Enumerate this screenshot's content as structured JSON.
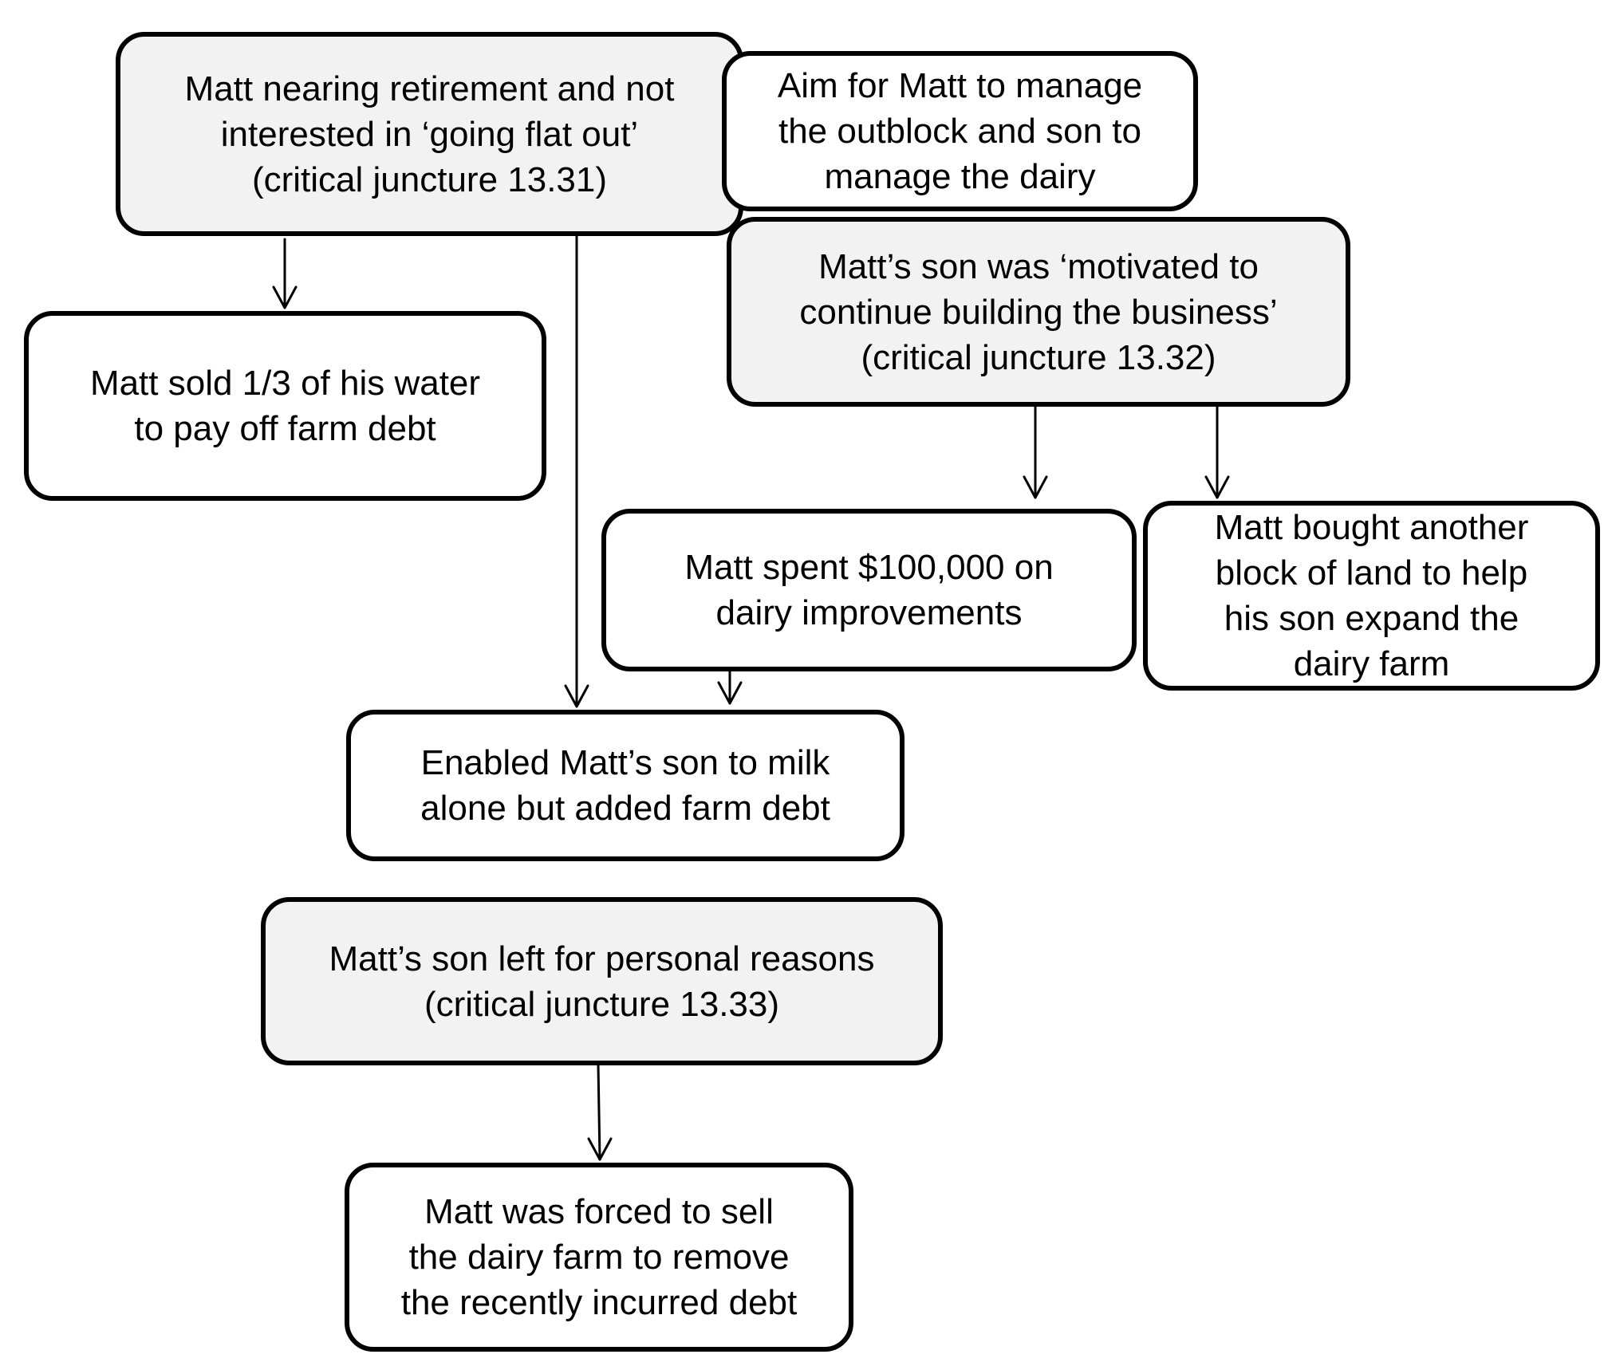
{
  "diagram": {
    "nodes": {
      "retirement": {
        "text": "Matt nearing retirement and not\ninterested in ‘going flat out’\n(critical juncture 13.31)",
        "critical": true
      },
      "aim": {
        "text": "Aim for Matt to manage\nthe outblock and son to\nmanage the dairy",
        "critical": false
      },
      "son_motivated": {
        "text": "Matt’s son was ‘motivated to\ncontinue building the business’\n(critical juncture 13.32)",
        "critical": true
      },
      "sold_water": {
        "text": "Matt sold 1/3 of his water\nto pay off farm debt",
        "critical": false
      },
      "spent": {
        "text": "Matt spent $100,000 on\ndairy improvements",
        "critical": false
      },
      "bought_land": {
        "text": "Matt bought another\nblock of land to help\nhis son expand the\ndairy farm",
        "critical": false
      },
      "enabled": {
        "text": "Enabled Matt’s son to milk\nalone but added farm debt",
        "critical": false
      },
      "son_left": {
        "text": "Matt’s son left for personal reasons\n(critical juncture 13.33)",
        "critical": true
      },
      "forced_sell": {
        "text": "Matt was forced to sell\nthe dairy farm to remove\nthe recently incurred debt",
        "critical": false
      }
    },
    "edges": [
      {
        "from": "retirement",
        "to": "sold_water"
      },
      {
        "from": "retirement",
        "to": "enabled"
      },
      {
        "from": "son_motivated",
        "to": "spent"
      },
      {
        "from": "son_motivated",
        "to": "bought_land"
      },
      {
        "from": "spent",
        "to": "enabled"
      },
      {
        "from": "son_left",
        "to": "forced_sell"
      }
    ],
    "colors": {
      "critical_fill": "#f2f2f2",
      "normal_fill": "#ffffff",
      "stroke": "#000000"
    }
  }
}
